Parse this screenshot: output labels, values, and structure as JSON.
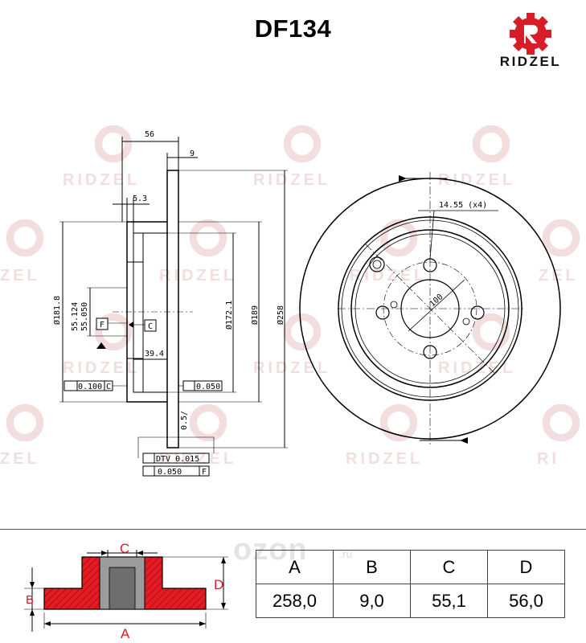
{
  "header": {
    "part_number": "DF134",
    "brand": "RIDZEL"
  },
  "watermark": {
    "text": "RIDZEL",
    "fragment_left": "ZEL",
    "fragment_right": "RI"
  },
  "colors": {
    "brand_red": "#d71e28",
    "section_fill": "#e31b23",
    "watermark": "#f2dede"
  },
  "drawing": {
    "side_view": {
      "width_56": "56",
      "thickness_9": "9",
      "offset_5_3": "5.3",
      "dia_181_8": "Ø181.8",
      "bore_max": "55.124",
      "bore_min": "55.050",
      "dia_172_1": "Ø172.1",
      "dia_189": "Ø189",
      "dia_258": "Ø258",
      "depth_39_4": "39.4",
      "datum_f": "F",
      "datum_c": "C",
      "runout_hub": "0.100",
      "runout_hub_ref": "C",
      "flatness": "0.050",
      "dtv": "DTV 0.015",
      "parallel": "0.050",
      "parallel_ref": "F",
      "surface_mark": "0.5/"
    },
    "front_view": {
      "holes_callout": "14.55 (x4)",
      "pcd": "100"
    }
  },
  "ozon_mark": {
    "text": "ozon",
    "suffix": ".ru"
  },
  "section_view": {
    "label_a": "A",
    "label_b": "B",
    "label_c": "C",
    "label_d": "D"
  },
  "spec_table": {
    "headers": [
      "A",
      "B",
      "C",
      "D"
    ],
    "values": [
      "258,0",
      "9,0",
      "55,1",
      "56,0"
    ]
  }
}
